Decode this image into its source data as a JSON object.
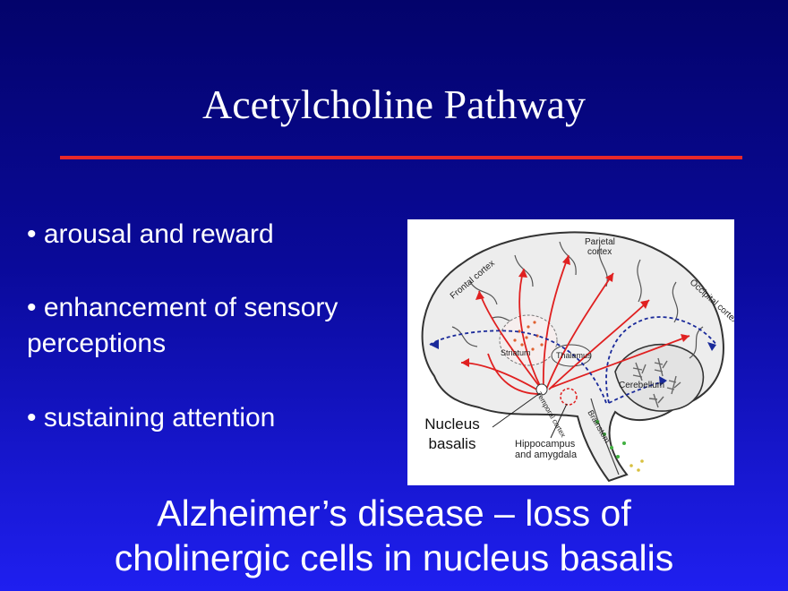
{
  "slide": {
    "title": "Acetylcholine Pathway",
    "accent_color": "#e8282a",
    "bullets": [
      "• arousal and reward",
      "• enhancement of sensory perceptions",
      "• sustaining attention"
    ],
    "conclusion": {
      "line1": "Alzheimer’s disease – loss of",
      "line2": "cholinergic cells in nucleus basalis"
    }
  },
  "figure": {
    "labels": {
      "frontal": "Frontal cortex",
      "parietal_1": "Parietal",
      "parietal_2": "cortex",
      "occipital": "Occipital cortex",
      "striatum": "Striatum",
      "thalamus": "Thalamus",
      "temporal": "Temporal cortex",
      "cerebellum": "Cerebellum",
      "brainstem": "Brainstem",
      "nucleus_1": "Nucleus",
      "nucleus_2": "basalis",
      "hippo_1": "Hippocampus",
      "hippo_2": "and amygdala"
    },
    "colors": {
      "pathway_red": "#e02020",
      "pathway_blue": "#1a2a9a",
      "outline": "#333333"
    }
  }
}
